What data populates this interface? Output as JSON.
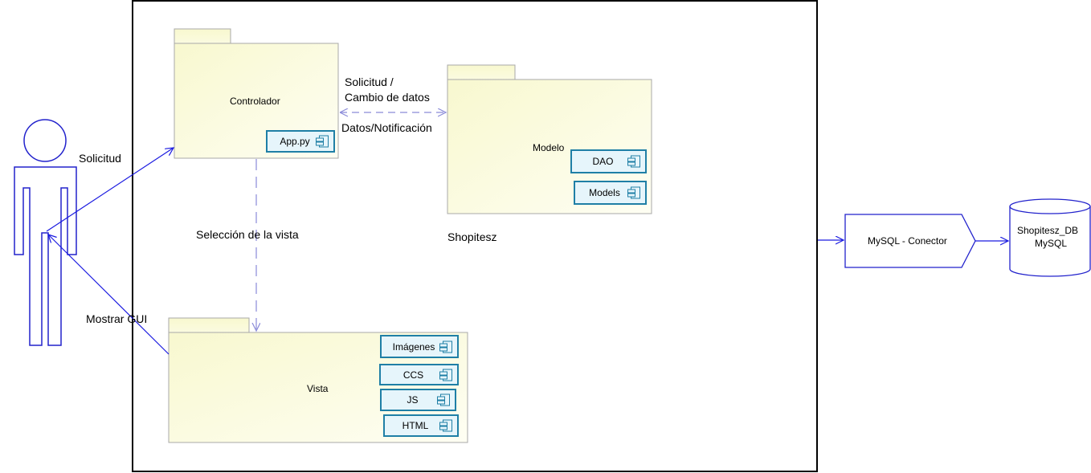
{
  "system": {
    "name": "Shopitesz"
  },
  "packages": {
    "controlador": {
      "label": "Controlador",
      "components": [
        "App.py"
      ]
    },
    "modelo": {
      "label": "Modelo",
      "components": [
        "DAO",
        "Models"
      ]
    },
    "vista": {
      "label": "Vista",
      "components": [
        "Imágenes",
        "CCS",
        "JS",
        "HTML"
      ]
    }
  },
  "connector": {
    "label": "MySQL - Conector"
  },
  "database": {
    "line1": "Shopitesz_DB",
    "line2": "MySQL"
  },
  "edges": {
    "solicitud": "Solicitud",
    "mostrar_gui": "Mostrar GUI",
    "solicitud_cambio_1": "Solicitud /",
    "solicitud_cambio_2": "Cambio de datos",
    "datos_notificacion": "Datos/Notificación",
    "seleccion_vista": "Selección de la vista"
  },
  "colors": {
    "package_fill": "#fbfbd9",
    "package_stroke": "#a8a8a8",
    "component_stroke": "#1f7fa6",
    "component_fill": "#e6f5fb",
    "arrow": "#1a1ae0",
    "dashed_arrow": "#8a8ad8"
  }
}
